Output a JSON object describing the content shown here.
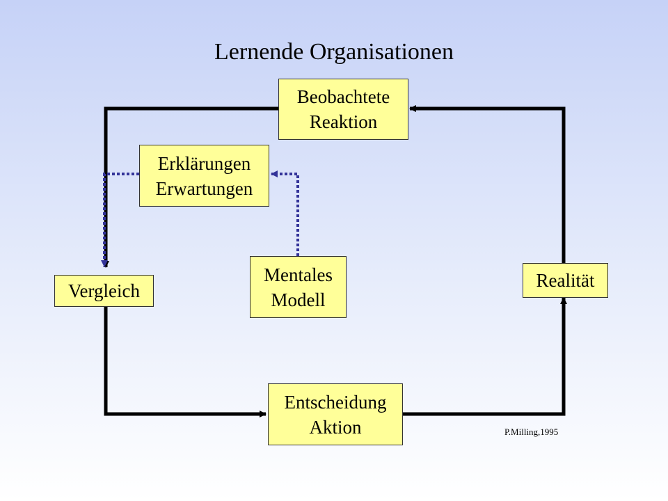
{
  "title": "Lernende Organisationen",
  "nodes": {
    "beobachtete_reaktion": [
      "Beobachtete",
      "Reaktion"
    ],
    "erklaerungen_erwartungen": [
      "Erklärungen",
      "Erwartungen"
    ],
    "mentales_modell": [
      "Mentales",
      "Modell"
    ],
    "vergleich": [
      "Vergleich"
    ],
    "realitaet": [
      "Realität"
    ],
    "entscheidung_aktion": [
      "Entscheidung",
      "Aktion"
    ]
  },
  "credit": "P.Milling,1995",
  "colors": {
    "box_fill": "#ffff99",
    "solid_arrow": "#000000",
    "dotted_arrow": "#333399"
  }
}
